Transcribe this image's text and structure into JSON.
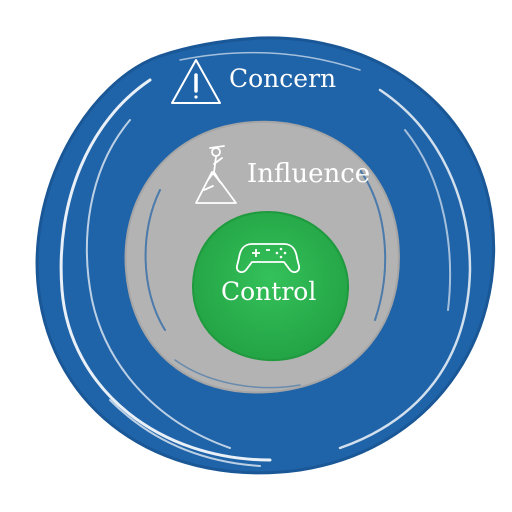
{
  "diagram": {
    "rings": [
      {
        "name": "Concern",
        "label": "Concern",
        "color": "#1f63a8",
        "icon": "warning-icon"
      },
      {
        "name": "Influence",
        "label": "Influence",
        "color": "#b3b3b3",
        "icon": "mountain-climber-icon"
      },
      {
        "name": "Control",
        "label": "Control",
        "color": "#2eb04a",
        "icon": "gamepad-icon"
      }
    ]
  }
}
